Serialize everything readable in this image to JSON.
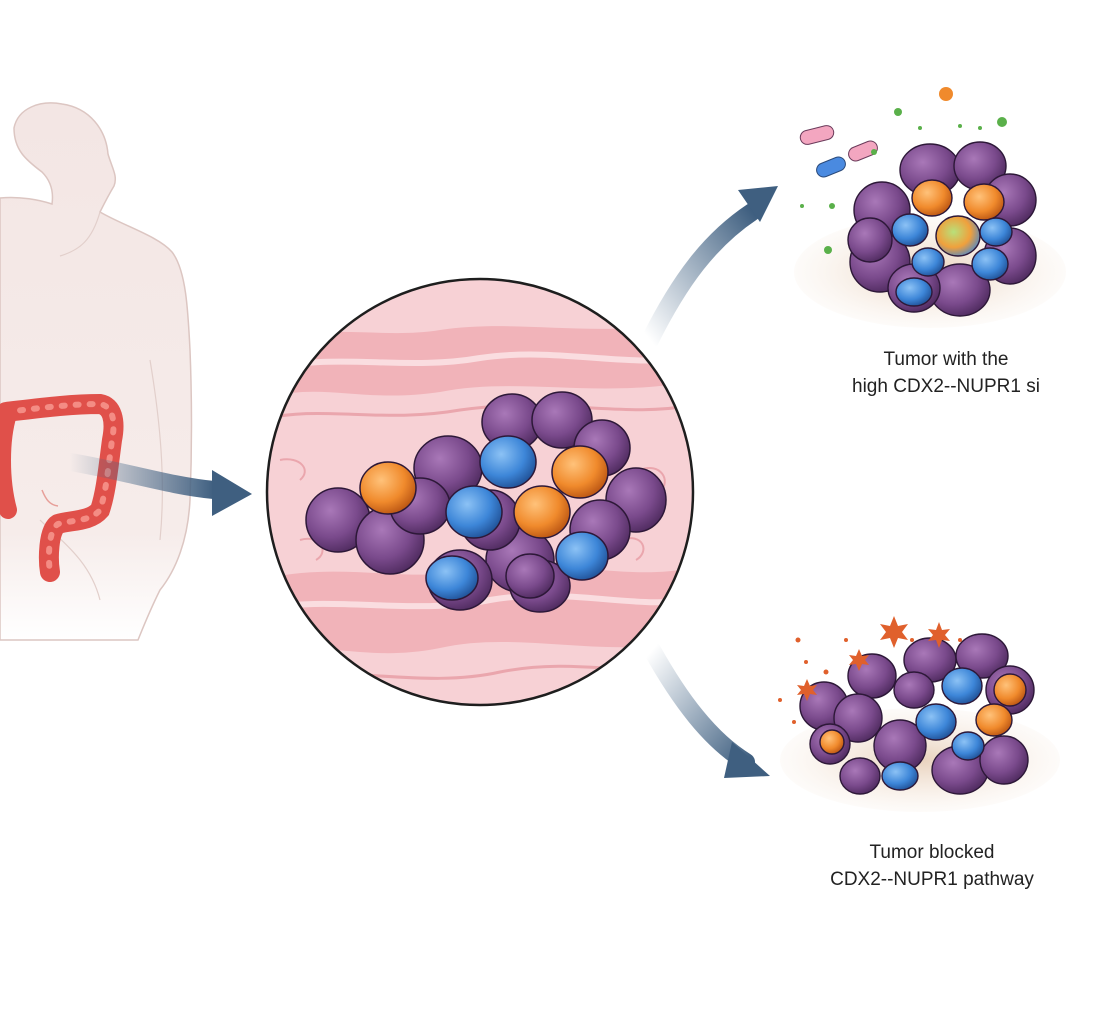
{
  "captions": {
    "top": {
      "line1": "Tumor with the",
      "line2": "high CDX2--NUPR1 si"
    },
    "bottom": {
      "line1": "Tumor blocked",
      "line2": "CDX2--NUPR1 pathway"
    }
  },
  "colors": {
    "background": "#ffffff",
    "body_silhouette": "#f3e6e4",
    "colon": "#e0504a",
    "tissue": "#f1b3b9",
    "tumor_cell": "#7a4a8c",
    "marker_blue": "#3d86d8",
    "marker_orange": "#f08a2c",
    "arrow": "#4a6a8a",
    "caption_text": "#222222"
  },
  "icons": [
    "capsule-icon",
    "debris-particle-icon"
  ]
}
